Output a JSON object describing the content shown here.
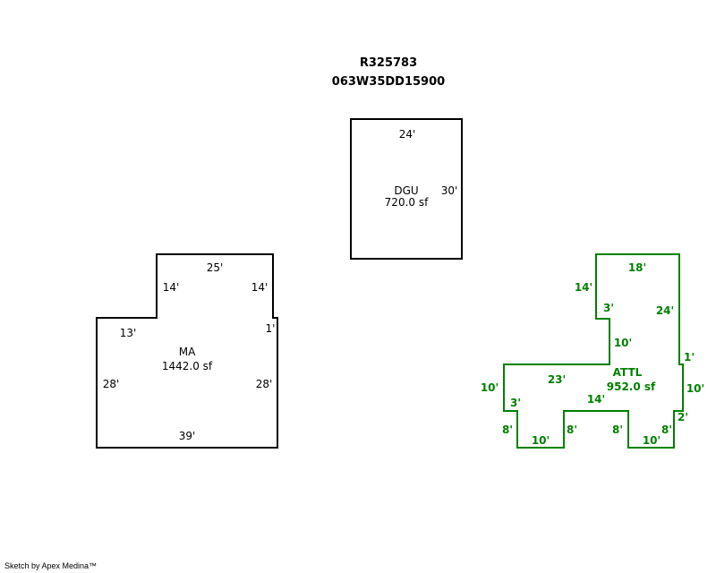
{
  "header": {
    "parcel_id": "R325783",
    "map_number": "063W35DD15900"
  },
  "colors": {
    "outline": "#000000",
    "attached": "#008000"
  },
  "areas": {
    "dgu": {
      "name": "DGU",
      "area": "720.0 sf",
      "dims": [
        "24'",
        "30'"
      ]
    },
    "ma": {
      "name": "MA",
      "area": "1442.0 sf",
      "dims": [
        "25'",
        "14'",
        "14'",
        "1'",
        "13'",
        "28'",
        "28'",
        "39'"
      ]
    },
    "attl": {
      "name": "ATTL",
      "area": "952.0 sf",
      "dims": [
        "18'",
        "14'",
        "3'",
        "24'",
        "10'",
        "1'",
        "23'",
        "10'",
        "10'",
        "14'",
        "3'",
        "2'",
        "8'",
        "8'",
        "8'",
        "8'",
        "10'",
        "10'"
      ]
    }
  },
  "footer": "Sketch by Apex Medina™"
}
